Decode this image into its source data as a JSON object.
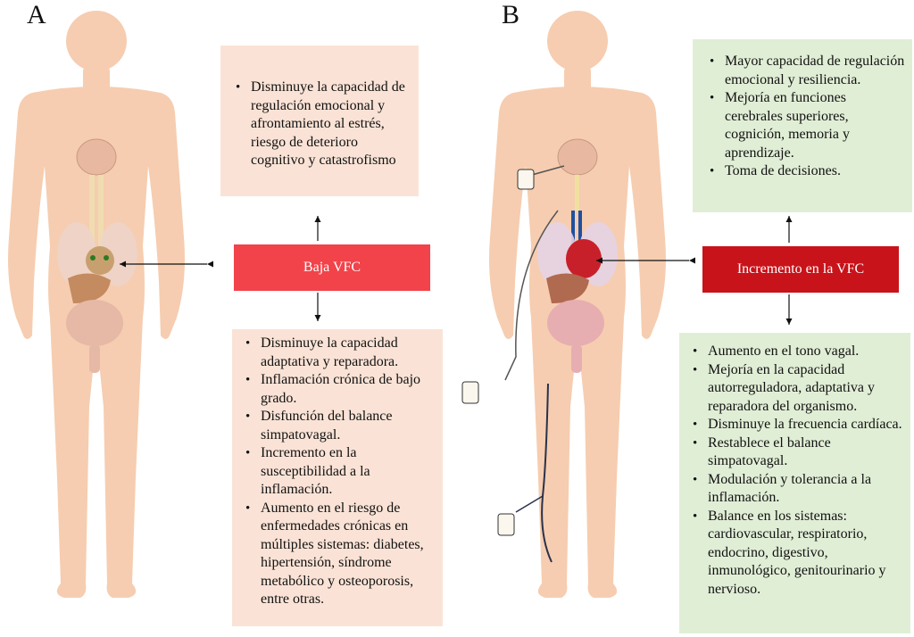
{
  "panel_a": {
    "letter": "A",
    "center_label": "Baja VFC",
    "top_effects": [
      "Disminuye la capacidad de regulación emocional y afrontamiento al estrés, riesgo de deterioro cognitivo y catastrofismo"
    ],
    "bottom_effects": [
      "Disminuye la capacidad adaptativa y reparadora.",
      "Inflamación crónica de bajo grado.",
      "Disfunción del balance simpatovagal.",
      "Incremento en la susceptibilidad a la inflamación.",
      "Aumento en el riesgo de enfermedades crónicas en múltiples sistemas: diabetes, hipertensión, síndrome metabólico y osteoporosis, entre otras."
    ]
  },
  "panel_b": {
    "letter": "B",
    "center_label": "Incremento en la VFC",
    "top_effects": [
      "Mayor capacidad de regulación emocional y resiliencia.",
      "Mejoría en funciones cerebrales superiores, cognición, memoria y aprendizaje.",
      "Toma de decisiones."
    ],
    "bottom_effects": [
      "Aumento en el tono vagal.",
      "Mejoría en la capacidad autorreguladora, adaptativa y reparadora del organismo.",
      "Disminuye la frecuencia cardíaca.",
      "Restablece el balance simpatovagal.",
      "Modulación y tolerancia a la inflamación.",
      "Balance en los sistemas: cardiovascular, respiratorio, endocrino,  digestivo, inmunológico, genitourinario y nervioso."
    ]
  },
  "colors": {
    "low_box": "#f2434a",
    "high_box": "#c8131a",
    "peach_box": "#fae3d6",
    "green_box": "#e1eed6",
    "skin": "#f6cdb0"
  }
}
